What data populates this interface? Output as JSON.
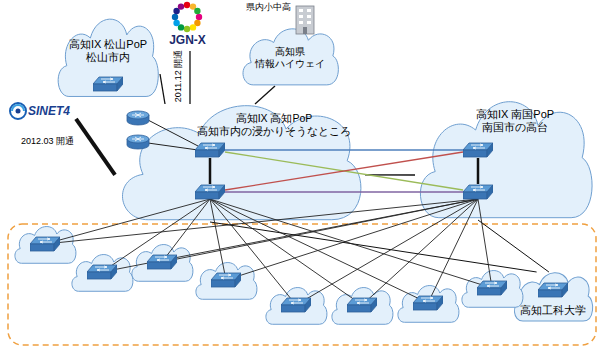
{
  "diagram": {
    "nodes": [
      {
        "text": [
          "JGN-X"
        ]
      },
      {
        "text": [
          "県内小中高",
          "高知県 情報ハイウェイ"
        ]
      },
      {
        "text": [
          "高知IX 松山PoP 松山市内"
        ]
      },
      {
        "text": [
          "SINET4"
        ]
      },
      {
        "text": [
          "高知IX 高知PoP 高知市内の浸かりそうなところ"
        ]
      },
      {
        "text": [
          "高知IX 南国PoP 南国市の高台"
        ]
      },
      {
        "text": [
          "高知工科大学"
        ]
      }
    ],
    "edges": [
      {
        "from": 0,
        "to": 4,
        "arrow": "none",
        "label": "2011.12 開通"
      },
      {
        "from": 1,
        "to": 4,
        "arrow": "none"
      },
      {
        "from": 2,
        "to": 4,
        "arrow": "none"
      },
      {
        "from": 3,
        "to": 4,
        "arrow": "none",
        "label": "2012.03 開通"
      },
      {
        "from": 4,
        "to": 5,
        "arrow": "none"
      },
      {
        "from": 4,
        "to": 6,
        "arrow": "none"
      },
      {
        "from": 5,
        "to": 6,
        "arrow": "none"
      }
    ]
  }
}
